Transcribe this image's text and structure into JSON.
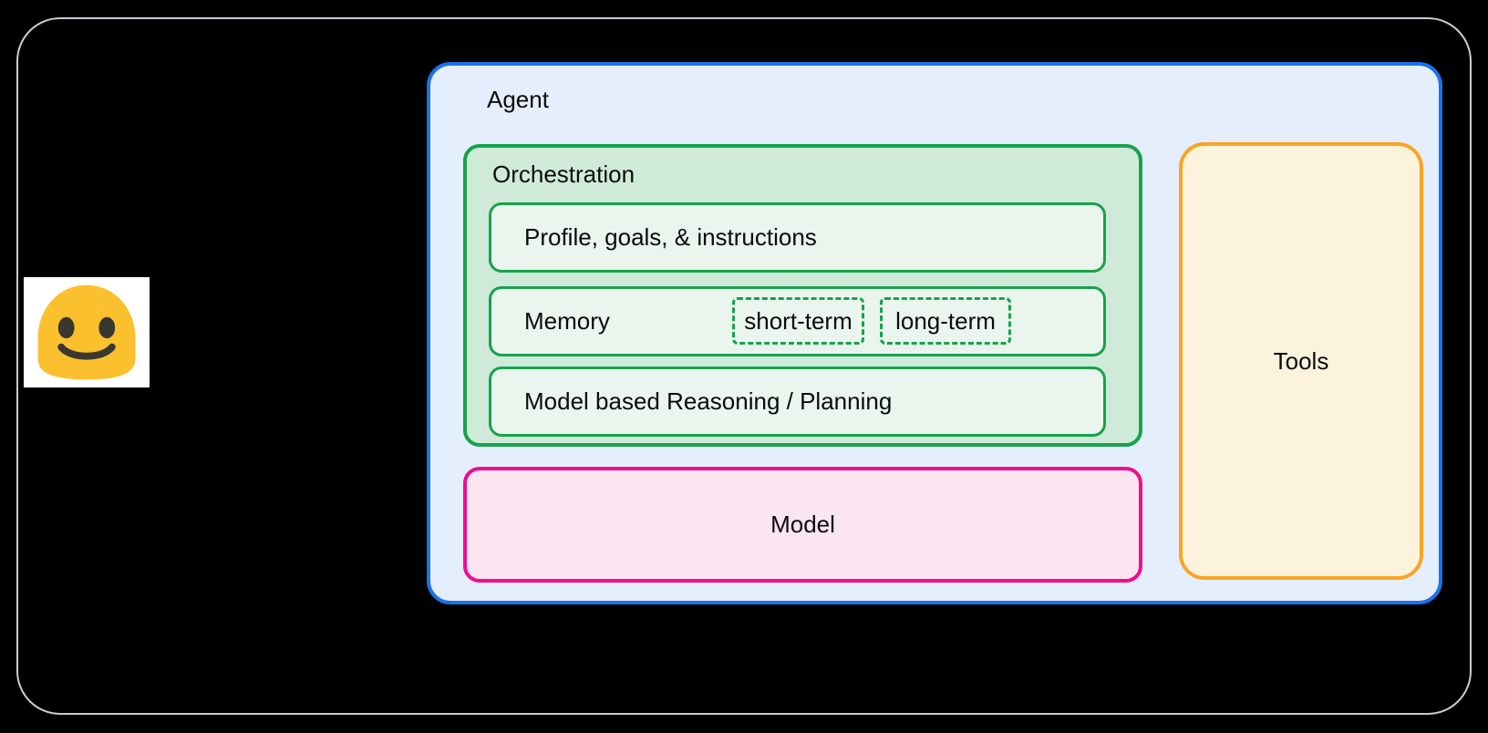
{
  "colors": {
    "page-bg": "#000000",
    "outline": "#c9cccf",
    "agent-fill": "#e5eefc",
    "agent-border": "#1a73e8",
    "orch-fill": "#d0ead9",
    "orch-border": "#18a24b",
    "orch-item-fill": "#e9f5ed",
    "model-fill": "#fbe5f1",
    "model-border": "#f10d8f",
    "tools-fill": "#fbf3dc",
    "tools-border": "#f9a424",
    "emoji-bg": "#ffffff",
    "emoji-yellow": "#fbc02d",
    "emoji-dark": "#3a372e",
    "text": "#0b0b0b"
  },
  "emoji": {
    "name": "smiling-blob-emoji"
  },
  "agent": {
    "label": "Agent",
    "orchestration": {
      "label": "Orchestration",
      "items": [
        {
          "label": "Profile, goals, & instructions"
        },
        {
          "label": "Memory",
          "sub": [
            {
              "label": "short-term"
            },
            {
              "label": "long-term"
            }
          ]
        },
        {
          "label": "Model based Reasoning / Planning"
        }
      ]
    },
    "model": {
      "label": "Model"
    },
    "tools": {
      "label": "Tools"
    }
  }
}
